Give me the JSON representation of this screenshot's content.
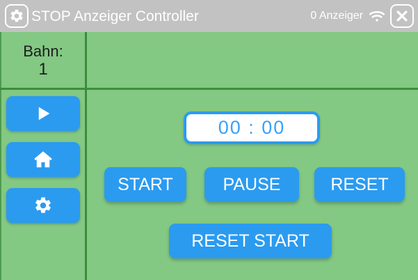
{
  "titlebar": {
    "settings_icon": "gear-icon",
    "title": "STOP Anzeiger Controller",
    "device_count": "0 Anzeiger",
    "wifi_icon": "wifi-icon",
    "close_icon": "close-icon",
    "background_color": "#c2c2c2",
    "text_color": "#ffffff"
  },
  "theme": {
    "background_green": "#83c883",
    "divider_green": "#3c8c3c",
    "accent_blue": "#2b9bf0",
    "timer_text_blue": "#3aa0f5",
    "button_text": "#ffffff",
    "label_text": "#1d1d1d"
  },
  "lane_panel": {
    "label": "Bahn:",
    "value": "1"
  },
  "sidebar": {
    "buttons": [
      {
        "name": "play-button",
        "icon": "play-icon"
      },
      {
        "name": "home-button",
        "icon": "home-icon"
      },
      {
        "name": "settings-button",
        "icon": "gear-icon"
      }
    ]
  },
  "main": {
    "timer": {
      "value": "00 : 00"
    },
    "controls": [
      {
        "id": "start",
        "label": "START"
      },
      {
        "id": "pause",
        "label": "PAUSE"
      },
      {
        "id": "reset",
        "label": "RESET"
      }
    ],
    "reset_start": {
      "label": "RESET START"
    }
  }
}
